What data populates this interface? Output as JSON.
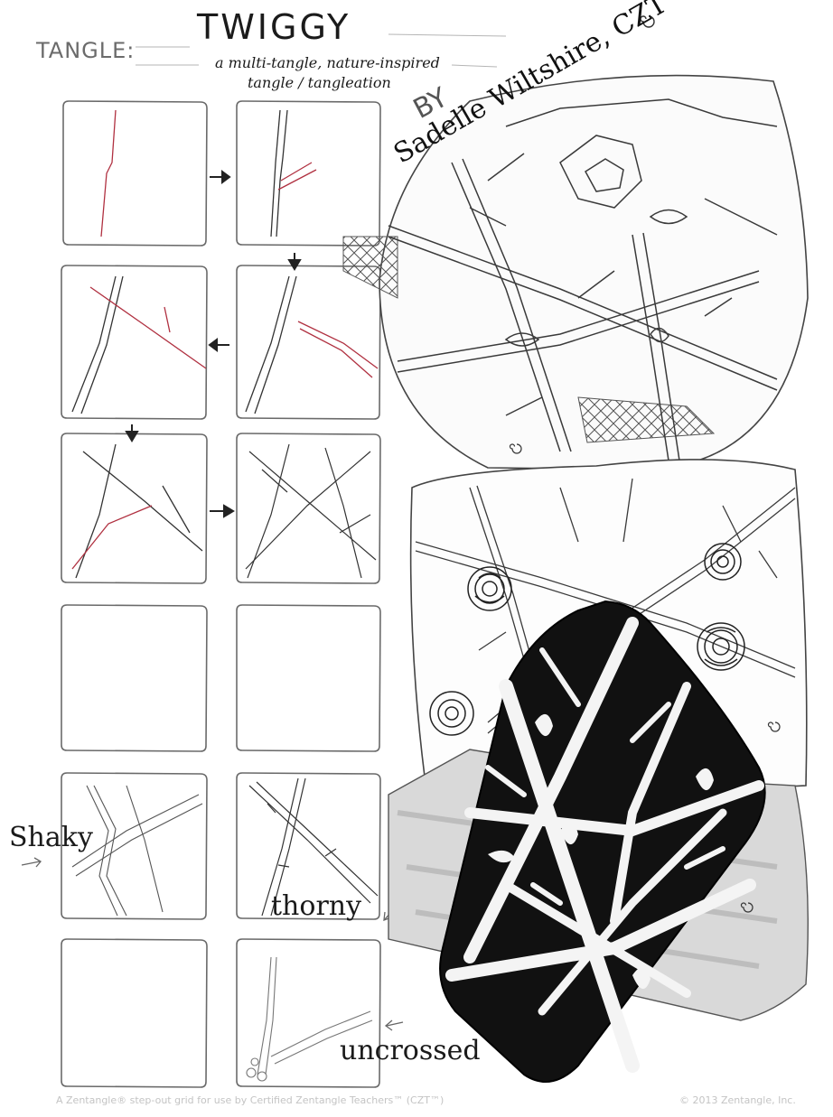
{
  "header": {
    "tangle_label": "TANGLE:",
    "title": "TWIGGY",
    "subtitle_line1": "a multi-tangle, nature-inspired",
    "subtitle_line2": "tangle / tangleation"
  },
  "author": {
    "by": "BY",
    "name": "Sadelle Wiltshire, CZT"
  },
  "variations": {
    "shaky": "Shaky",
    "thorny": "thorny",
    "uncrossed": "uncrossed"
  },
  "footer": {
    "left": "A Zentangle® step-out grid for use by Certified Zentangle Teachers™ (CZT™)",
    "right": "© 2013 Zentangle, Inc."
  },
  "colors": {
    "ink": "#222222",
    "guide_red": "#b03040",
    "pencil": "#8a8a8a",
    "tile_fill": "#111111"
  }
}
